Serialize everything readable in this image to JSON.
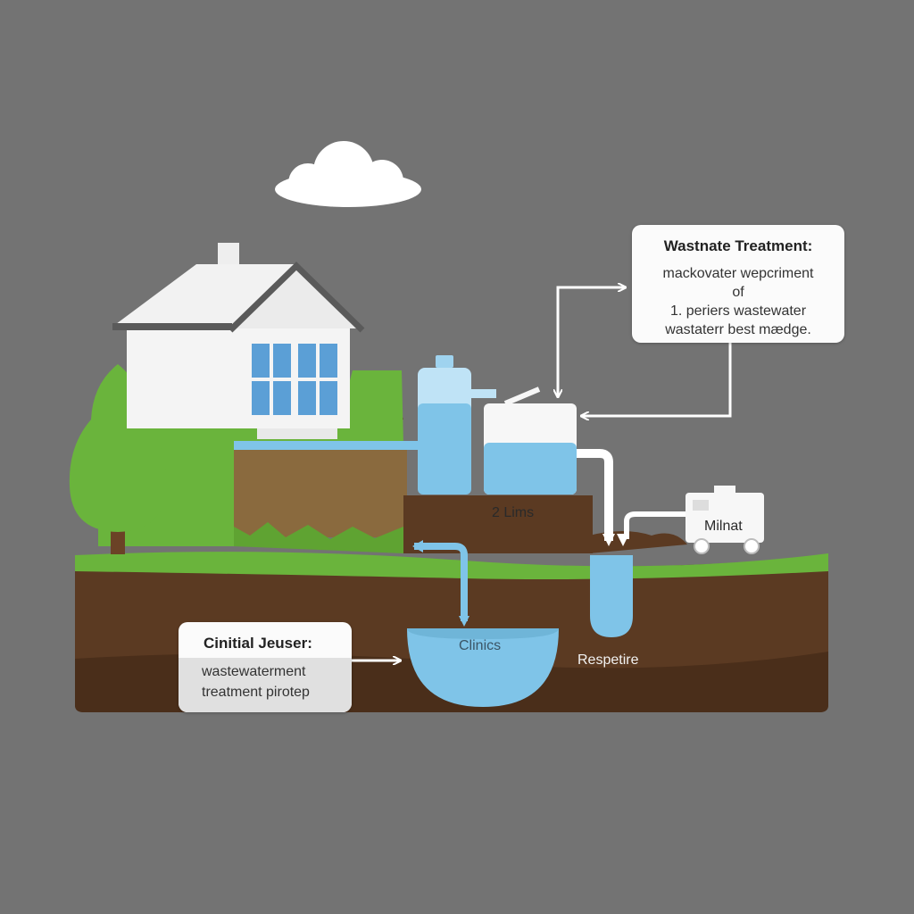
{
  "callout_treatment": {
    "title": "Wastnate Treatment:",
    "lines": [
      "mackovater wepcriment",
      "of",
      "1. periers wastewater",
      "wastaterr best mædge."
    ]
  },
  "callout_jeuser": {
    "title": "Cinitial Jeuser:",
    "lines": [
      "wastewaterment",
      "treatment pirotep"
    ]
  },
  "labels": {
    "tank_label": "2 Lims",
    "vehicle_label": "Milnat",
    "basin_label": "Clinics",
    "pipe_label": "Respetire"
  },
  "colors": {
    "background": "#737373",
    "grass": "#6ab43c",
    "soil": "#5b3a22",
    "water": "#7fc4e8",
    "house": "#f4f4f4",
    "roof": "#5a5a5a"
  }
}
